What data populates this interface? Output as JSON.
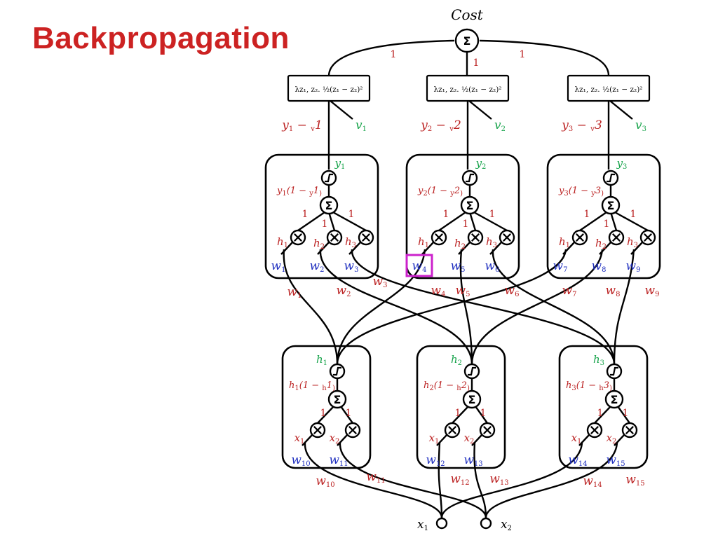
{
  "slide": {
    "title": "Backpropagation",
    "title_color": "#cc2222"
  },
  "colors": {
    "red": "#bb2222",
    "green": "#16a34a",
    "blue": "#1f2fbf",
    "highlight": "#cc22cc"
  },
  "cost": {
    "label": "Cost",
    "top_edge_label": "1"
  },
  "loss_boxes": [
    {
      "formula": "λz₁, z₂. ½(z₁ − z₂)²",
      "edge_label": "1",
      "diff": [
        "y",
        "1",
        " − ",
        "v",
        "1"
      ],
      "target": [
        "v",
        "1"
      ]
    },
    {
      "formula": "λz₁, z₂. ½(z₁ − z₂)²",
      "edge_label": "1",
      "diff": [
        "y",
        "2",
        " − ",
        "v",
        "2"
      ],
      "target": [
        "v",
        "2"
      ]
    },
    {
      "formula": "λz₁, z₂. ½(z₁ − z₂)²",
      "edge_label": "1",
      "diff": [
        "y",
        "3",
        " − ",
        "v",
        "3"
      ],
      "target": [
        "v",
        "3"
      ]
    }
  ],
  "output_neurons": [
    {
      "out": [
        "y",
        "1"
      ],
      "deriv": [
        "y",
        "1",
        "(1 − ",
        "y",
        "1",
        ")"
      ],
      "inputs": [
        [
          "h",
          "1"
        ],
        [
          "h",
          "2"
        ],
        [
          "h",
          "3"
        ]
      ],
      "inner_weights": [
        [
          "w",
          "1"
        ],
        [
          "w",
          "2"
        ],
        [
          "w",
          "3"
        ]
      ],
      "outer_weights": [
        [
          "w",
          "1"
        ],
        [
          "w",
          "2"
        ],
        [
          "w",
          "3"
        ]
      ],
      "edge_labels": [
        "1",
        "1",
        "1"
      ]
    },
    {
      "out": [
        "y",
        "2"
      ],
      "deriv": [
        "y",
        "2",
        "(1 − ",
        "y",
        "2",
        ")"
      ],
      "inputs": [
        [
          "h",
          "1"
        ],
        [
          "h",
          "2"
        ],
        [
          "h",
          "3"
        ]
      ],
      "inner_weights": [
        [
          "w",
          "4"
        ],
        [
          "w",
          "5"
        ],
        [
          "w",
          "6"
        ]
      ],
      "outer_weights": [
        [
          "w",
          "4"
        ],
        [
          "w",
          "5"
        ],
        [
          "w",
          "6"
        ]
      ],
      "edge_labels": [
        "1",
        "1",
        "1"
      ]
    },
    {
      "out": [
        "y",
        "3"
      ],
      "deriv": [
        "y",
        "3",
        "(1 − ",
        "y",
        "3",
        ")"
      ],
      "inputs": [
        [
          "h",
          "1"
        ],
        [
          "h",
          "2"
        ],
        [
          "h",
          "3"
        ]
      ],
      "inner_weights": [
        [
          "w",
          "7"
        ],
        [
          "w",
          "8"
        ],
        [
          "w",
          "9"
        ]
      ],
      "outer_weights": [
        [
          "w",
          "7"
        ],
        [
          "w",
          "8"
        ],
        [
          "w",
          "9"
        ]
      ],
      "edge_labels": [
        "1",
        "1",
        "1"
      ]
    }
  ],
  "hidden_neurons": [
    {
      "out": [
        "h",
        "1"
      ],
      "deriv": [
        "h",
        "1",
        "(1 − ",
        "h",
        "1",
        ")"
      ],
      "inputs": [
        [
          "x",
          "1"
        ],
        [
          "x",
          "2"
        ]
      ],
      "inner_weights": [
        [
          "w",
          "10"
        ],
        [
          "w",
          "11"
        ]
      ],
      "outer_weights": [
        [
          "w",
          "10"
        ],
        [
          "w",
          "11"
        ]
      ],
      "edge_labels": [
        "1",
        "1"
      ]
    },
    {
      "out": [
        "h",
        "2"
      ],
      "deriv": [
        "h",
        "2",
        "(1 − ",
        "h",
        "2",
        ")"
      ],
      "inputs": [
        [
          "x",
          "1"
        ],
        [
          "x",
          "2"
        ]
      ],
      "inner_weights": [
        [
          "w",
          "12"
        ],
        [
          "w",
          "13"
        ]
      ],
      "outer_weights": [
        [
          "w",
          "12"
        ],
        [
          "w",
          "13"
        ]
      ],
      "edge_labels": [
        "1",
        "1"
      ]
    },
    {
      "out": [
        "h",
        "3"
      ],
      "deriv": [
        "h",
        "3",
        "(1 − ",
        "h",
        "3",
        ")"
      ],
      "inputs": [
        [
          "x",
          "1"
        ],
        [
          "x",
          "2"
        ]
      ],
      "inner_weights": [
        [
          "w",
          "14"
        ],
        [
          "w",
          "15"
        ]
      ],
      "outer_weights": [
        [
          "w",
          "14"
        ],
        [
          "w",
          "15"
        ]
      ],
      "edge_labels": [
        "1",
        "1"
      ]
    }
  ],
  "inputs": [
    [
      "x",
      "1"
    ],
    [
      "x",
      "2"
    ]
  ],
  "highlighted_weight": "w4",
  "icons": {
    "sum": "sigma-icon",
    "product": "multiply-icon",
    "activation": "sigmoid-icon"
  }
}
